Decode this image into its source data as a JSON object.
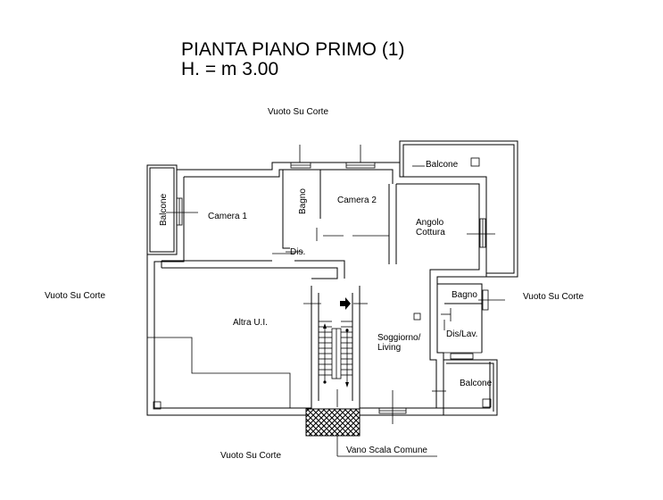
{
  "title": {
    "line1": "PIANTA PIANO PRIMO (1)",
    "line2": "H. = m 3.00"
  },
  "labels": {
    "vuoto_top": "Vuoto Su Corte",
    "vuoto_left": "Vuoto Su Corte",
    "vuoto_right": "Vuoto Su Corte",
    "vuoto_bottom": "Vuoto Su Corte",
    "balcone_left": "Balcone",
    "camera1": "Camera 1",
    "bagno_top": "Bagno",
    "camera2": "Camera 2",
    "balcone_top_right": "Balcone",
    "angolo": "Angolo",
    "cottura": "Cottura",
    "dis": "Dis.",
    "altra": "Altra U.I.",
    "bagno_right": "Bagno",
    "soggiorno": "Soggiorno/",
    "living": "Living",
    "dislav": "Dis/Lav.",
    "balcone_bottom_right": "Balcone",
    "vano_scala": "Vano Scala Comune"
  }
}
